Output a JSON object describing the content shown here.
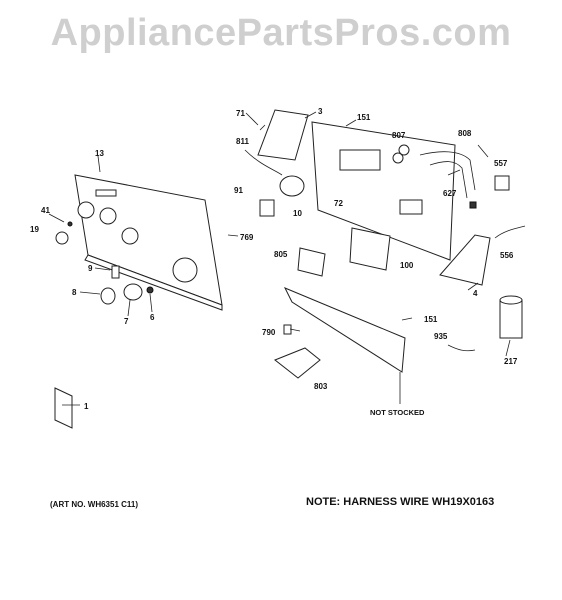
{
  "watermark": "AppliancePartsPros.com",
  "labels": {
    "p71": "71",
    "p3": "3",
    "p151a": "151",
    "p807": "807",
    "p808": "808",
    "p811": "811",
    "p13": "13",
    "p557": "557",
    "p91": "91",
    "p10": "10",
    "p72": "72",
    "p627": "627",
    "p41": "41",
    "p19": "19",
    "p769": "769",
    "p805": "805",
    "p100": "100",
    "p556": "556",
    "p9": "9",
    "p8": "8",
    "p7": "7",
    "p6": "6",
    "p4": "4",
    "p151b": "151",
    "p790": "790",
    "p935": "935",
    "p217": "217",
    "p803": "803",
    "p1": "1"
  },
  "notes": {
    "not_stocked": "NOT STOCKED",
    "art_no": "(ART NO. WH6351 C11)",
    "harness": "NOTE: HARNESS WIRE WH19X0163"
  }
}
